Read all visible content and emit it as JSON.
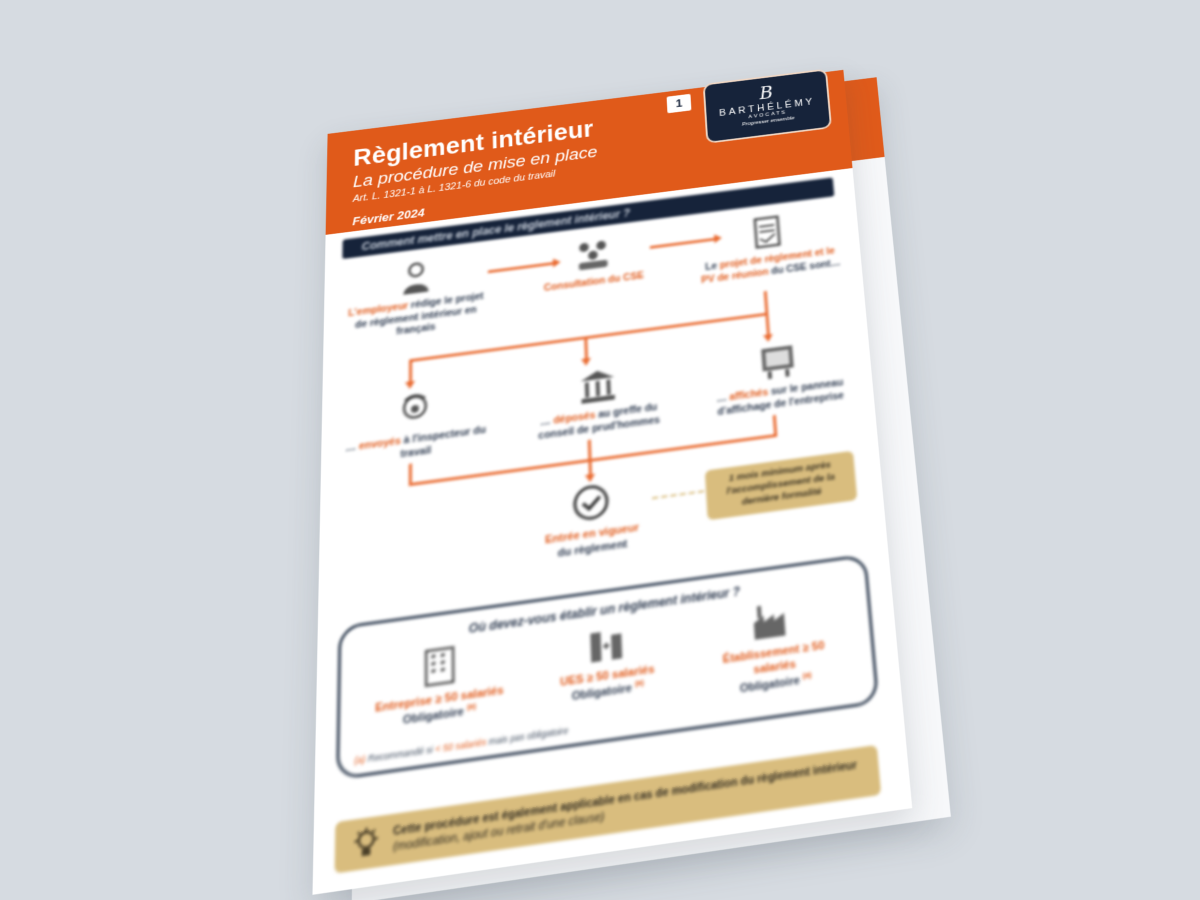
{
  "background_color": "#d6dbe1",
  "colors": {
    "accent_orange": "#e05a1a",
    "navy": "#16233a",
    "gold": "#d9bd7e",
    "text_dark": "#2d3a4f"
  },
  "header": {
    "title": "Règlement intérieur",
    "subtitle": "La procédure de mise en place",
    "legal_reference": "Art. L. 1321-1 à L. 1321-6 du code du travail",
    "date": "Février 2024",
    "page_number": "1"
  },
  "logo": {
    "glyph": "B",
    "name": "BARTHÉLÉMY",
    "sub": "AVOCATS",
    "tagline": "Progresser ensemble"
  },
  "procedure": {
    "section_title": "Comment mettre en place le règlement intérieur ?",
    "steps_top": [
      {
        "icon": "employer-icon",
        "highlight": "L'employeur",
        "text": " rédige le projet de règlement intérieur en français"
      },
      {
        "icon": "meeting-icon",
        "highlight": "Consultation du CSE",
        "text": ""
      },
      {
        "icon": "document-signature-icon",
        "lead": "Le ",
        "highlight": "projet de règlement et le PV de réunion",
        "text": " du CSE sont…"
      }
    ],
    "steps_middle": [
      {
        "icon": "inspector-icon",
        "lead": "… ",
        "highlight": "envoyés",
        "text": " à l'inspecteur du travail"
      },
      {
        "icon": "courthouse-icon",
        "lead": "… ",
        "highlight": "déposés",
        "text": " au greffe du conseil de prud'hommes"
      },
      {
        "icon": "notice-board-icon",
        "lead": "… ",
        "highlight": "affichés",
        "text": " sur le panneau d'affichage de l'entreprise"
      }
    ],
    "effective": {
      "icon": "check-circle-icon",
      "highlight": "Entrée en vigueur",
      "text": "du règlement"
    },
    "delay_note": "1 mois minimum après l'accomplissement de la dernière formalité"
  },
  "where": {
    "title": "Où devez-vous établir un règlement intérieur ?",
    "items": [
      {
        "icon": "office-building-icon",
        "highlight": "Entreprise ≥ 50 salariés",
        "status": "Obligatoire",
        "mark": "(a)"
      },
      {
        "icon": "ues-group-icon",
        "highlight": "UES ≥ 50 salariés",
        "status": "Obligatoire",
        "mark": "(a)"
      },
      {
        "icon": "factory-icon",
        "highlight": "Établissement ≥ 50 salariés",
        "status": "Obligatoire",
        "mark": "(a)"
      }
    ],
    "footnote_mark": "(a)",
    "footnote_lead": " Recommandé si ",
    "footnote_highlight": "< 50 salariés",
    "footnote_tail": " mais pas obligatoire"
  },
  "tip": {
    "icon": "lightbulb-icon",
    "bold": "Cette procédure est également applicable en cas de modification du règlement intérieur",
    "italic": " (modification, ajout ou retrait d'une clause)"
  }
}
